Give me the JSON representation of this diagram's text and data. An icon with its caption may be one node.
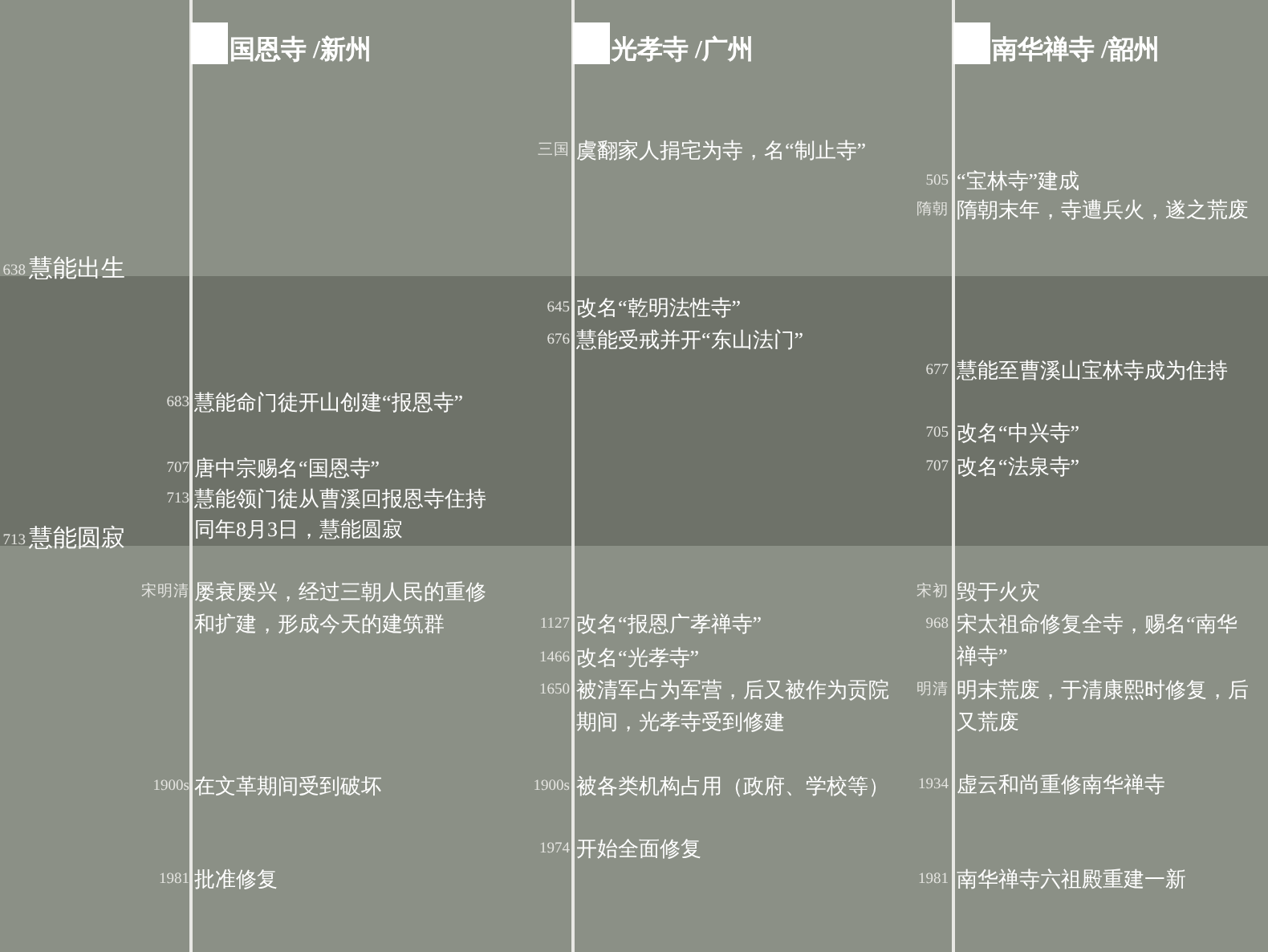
{
  "diagram": {
    "labels": [
      "国恩寺 /新州",
      "光孝寺 /广州",
      "南华禅寺 /韶州",
      "三国",
      "虞翻家人捐宅为寺，名“制止寺”",
      "505",
      "“宝林寺”建成",
      "隋朝",
      "隋朝末年，寺遭兵火，遂之荒废",
      "638",
      "慧能出生",
      "645",
      "改名“乾明法性寺”",
      "676",
      "慧能受戒并开“东山法门”",
      "677",
      "慧能至曹溪山宝林寺成为住持",
      "683",
      "慧能命门徒开山创建“报恩寺”",
      "705",
      "改名“中兴寺”",
      "707",
      "唐中宗赐名“国恩寺”",
      "707",
      "改名“法泉寺”",
      "713",
      "慧能领门徒从曹溪回报恩寺住持",
      "同年8月3日，慧能圆寂",
      "713",
      "慧能圆寂",
      "宋明清",
      "屡衰屡兴，经过三朝人民的重修和扩建，形成今天的建筑群",
      "宋初",
      "毁于火灾",
      "1127",
      "改名“报恩广孝禅寺”",
      "968",
      "宋太祖命修复全寺，赐名“南华禅寺”",
      "1466",
      "改名“光孝寺”",
      "1650",
      "被清军占为军营，后又被作为贡院期间，光孝寺受到修建",
      "明清",
      "明末荒废，于清康熙时修复，后又荒废",
      "1900s",
      "在文革期间受到破坏",
      "1900s",
      "被各类机构占用（政府、学校等）",
      "1934",
      "虚云和尚重修南华禅寺",
      "1974",
      "开始全面修复",
      "1981",
      "批准修复",
      "1981",
      "南华禅寺六祖殿重建一新"
    ]
  }
}
